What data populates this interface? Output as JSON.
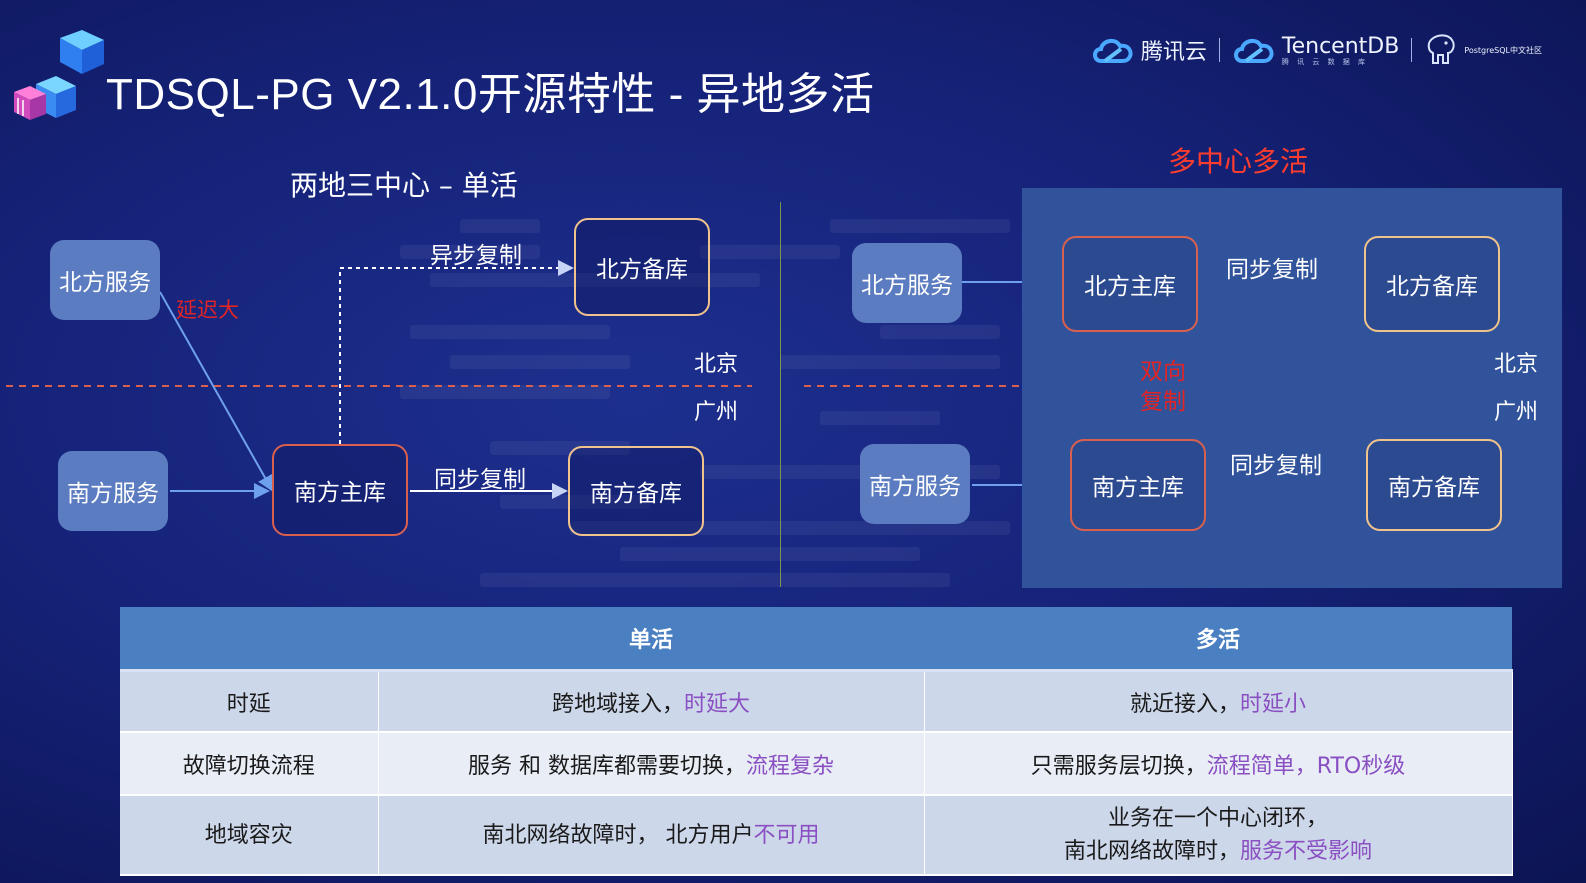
{
  "header": {
    "title": "TDSQL-PG V2.1.0开源特性 - 异地多活",
    "brands": [
      {
        "name": "腾讯云",
        "icon": "cloud-icon"
      },
      {
        "name": "TencentDB",
        "sub": "腾 讯 云 数 据 库",
        "icon": "cloud-icon"
      },
      {
        "name": "PostgreSQL中文社区",
        "icon": "elephant-icon"
      }
    ]
  },
  "single": {
    "title": "两地三中心 – 单活",
    "north_service": "北方服务",
    "south_service": "南方服务",
    "south_primary": "南方主库",
    "north_backup": "北方备库",
    "south_backup": "南方备库",
    "async_label": "异步复制",
    "sync_label": "同步复制",
    "latency_label": "延迟大",
    "region_north": "北京",
    "region_south": "广州"
  },
  "multi": {
    "title": "多中心多活",
    "north_service": "北方服务",
    "south_service": "南方服务",
    "north_primary": "北方主库",
    "north_backup": "北方备库",
    "south_primary": "南方主库",
    "south_backup": "南方备库",
    "sync_label_north": "同步复制",
    "sync_label_south": "同步复制",
    "bidir_label_1": "双向",
    "bidir_label_2": "复制",
    "region_north": "北京",
    "region_south": "广州"
  },
  "table": {
    "headers": [
      "",
      "单活",
      "多活"
    ],
    "rows": [
      {
        "label": "时延",
        "single": {
          "text": "跨地域接入，",
          "hl": "时延大"
        },
        "multi": {
          "text": "就近接入，",
          "hl": "时延小"
        }
      },
      {
        "label": "故障切换流程",
        "single": {
          "text": "服务 和 数据库都需要切换，",
          "hl": "流程复杂"
        },
        "multi": {
          "text": "只需服务层切换，",
          "hl": "流程简单，",
          "hl2": "RTO秒级"
        }
      },
      {
        "label": "地域容灾",
        "single": {
          "text": "南北网络故障时， 北方用户",
          "hl": "不可用"
        },
        "multi": {
          "line1": "业务在一个中心闭环，",
          "text": "南北网络故障时，",
          "hl": "服务不受影响"
        }
      }
    ]
  },
  "colors": {
    "background": "#16237a",
    "service_box": "#5b7cc0",
    "primary_border": "#d9604f",
    "backup_border": "#f1c38c",
    "panel": "#31539b",
    "highlight_red": "#e22424",
    "highlight_purple": "#8a4fc2",
    "table_header": "#4a7fc1"
  }
}
